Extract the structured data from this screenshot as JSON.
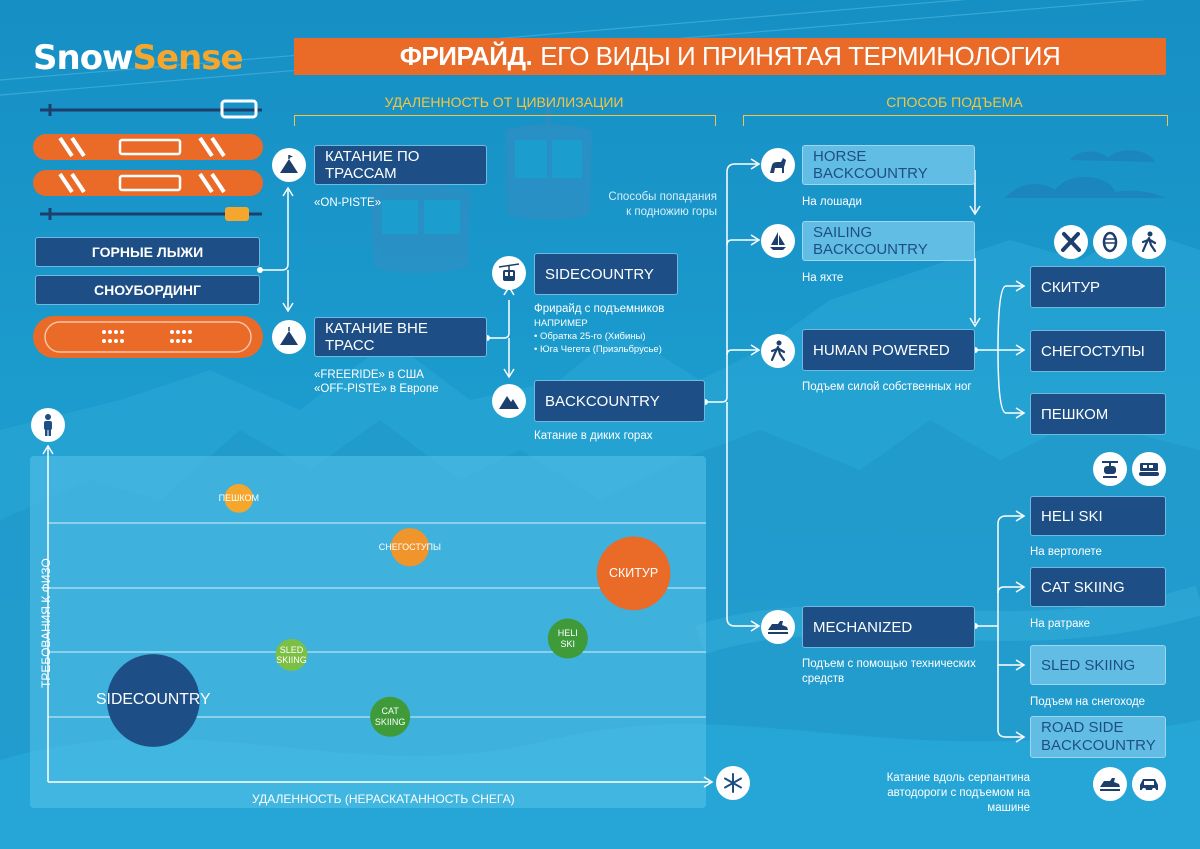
{
  "brand": {
    "part1": "Snow",
    "part2": "Sense"
  },
  "title": {
    "bold": "ФРИРАЙД.",
    "rest": "ЕГО ВИДЫ И ПРИНЯТАЯ ТЕРМИНОЛОГИЯ"
  },
  "sections": {
    "civilization": "УДАЛЕННОСТЬ ОТ ЦИВИЛИЗАЦИИ",
    "ascent": "СПОСОБ ПОДЪЕМА"
  },
  "left": {
    "ski": "ГОРНЫЕ ЛЫЖИ",
    "snowboard": "СНОУБОРДИНГ"
  },
  "civilization": {
    "on_piste": {
      "label": "КАТАНИЕ ПО ТРАССАМ",
      "sub": "«ON-PISTE»"
    },
    "off_piste": {
      "label": "КАТАНИЕ ВНЕ ТРАСС",
      "sub1": "«FREERIDE» в США",
      "sub2": "«OFF-PISTE» в Европе"
    },
    "sidecountry": {
      "label": "SIDECOUNTRY",
      "sub": "Фрирайд с подъемников",
      "example_title": "НАПРИМЕР",
      "example1": "• Обратка 25-го (Хибины)",
      "example2": "• Юга Чегета (Приэльбрусье)"
    },
    "backcountry": {
      "label": "BACKCOUNTRY",
      "sub": "Катание в диких горах"
    },
    "note1": "Способы попадания",
    "note2": "к подножию горы"
  },
  "ascent": {
    "horse": {
      "label": "HORSE BACKCOUNTRY",
      "sub": "На лошади"
    },
    "sailing": {
      "label": "SAILING BACKCOUNTRY",
      "sub": "На яхте"
    },
    "human": {
      "label": "HUMAN POWERED",
      "sub": "Подъем силой собственных ног"
    },
    "mechanized": {
      "label": "MECHANIZED",
      "sub1": "Подъем с помощью технических",
      "sub2": "средств"
    },
    "skitour": {
      "label": "СКИТУР"
    },
    "snowshoes": {
      "label": "СНЕГОСТУПЫ"
    },
    "walk": {
      "label": "ПЕШКОМ"
    },
    "heli": {
      "label": "HELI SKI",
      "sub": "На вертолете"
    },
    "cat": {
      "label": "CAT SKIING",
      "sub": "На ратраке"
    },
    "sled": {
      "label": "SLED SKIING",
      "sub": "Подъем на снегоходе"
    },
    "roadside": {
      "line1": "ROAD SIDE",
      "line2": "BACKCOUNTRY",
      "sub1": "Катание вдоль серпантина",
      "sub2": "автодороги с подъемом на машине"
    }
  },
  "chart_data": {
    "type": "scatter",
    "xlabel": "УДАЛЕННОСТЬ (НЕРАСКАТАННОСТЬ СНЕГА)",
    "ylabel": "ТРЕБОВАНИЯ К ФИЗО",
    "points": [
      {
        "name": "ПЕШКОМ",
        "x": 0.29,
        "y": 0.87,
        "size": 0.18,
        "color": "#f5a72d"
      },
      {
        "name": "СНЕГОСТУПЫ",
        "x": 0.55,
        "y": 0.72,
        "size": 0.24,
        "color": "#f0942c"
      },
      {
        "name": "СКИТУР",
        "x": 0.89,
        "y": 0.64,
        "size": 0.46,
        "color": "#ea6a28"
      },
      {
        "name": "HELI SKI",
        "x": 0.79,
        "y": 0.44,
        "size": 0.25,
        "color": "#3f9a3a"
      },
      {
        "name": "SLED SKIING",
        "x": 0.37,
        "y": 0.39,
        "size": 0.2,
        "color": "#7cbf45"
      },
      {
        "name": "SIDECOUNTRY",
        "x": 0.16,
        "y": 0.25,
        "size": 0.58,
        "color": "#1d4f86"
      },
      {
        "name": "CAT SKIING",
        "x": 0.52,
        "y": 0.2,
        "size": 0.25,
        "color": "#3f9a3a"
      }
    ]
  },
  "colors": {
    "accent": "#ea6a28",
    "dark_blue": "#1d4f86",
    "light_blue": "#62bde4",
    "gold": "#f5c542",
    "background": "#1a9fcf"
  }
}
